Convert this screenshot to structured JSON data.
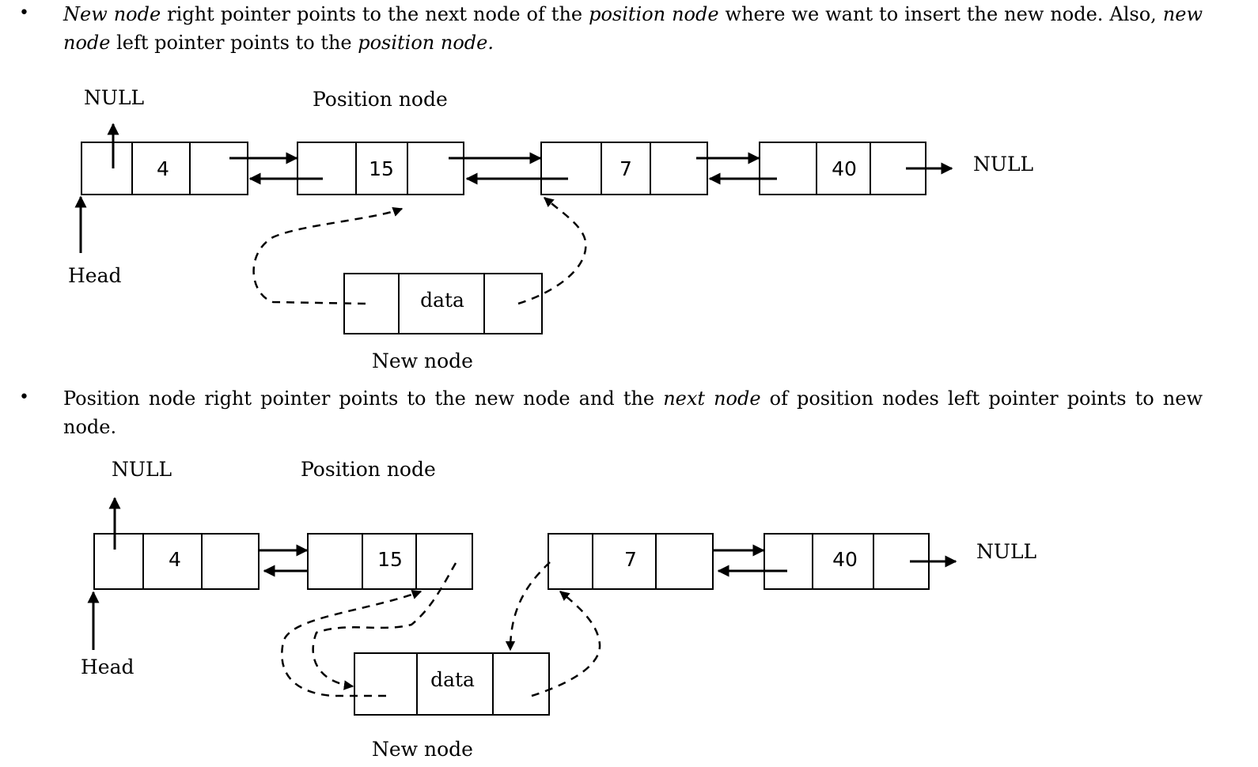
{
  "bullet_1": {
    "em1": "New node",
    "t1": " right pointer points to the next node of the ",
    "em2": "position node",
    "t2": " where we want to insert the new node. Also, ",
    "em3": "new node",
    "t3": " left pointer points to the ",
    "em4": "position node."
  },
  "bullet_2": {
    "t1": "Position node right pointer points to the new node and the ",
    "em1": "next node",
    "t2": " of position nodes left pointer points to new node."
  },
  "diagram_1": {
    "null_top": "NULL",
    "position_label": "Position node",
    "null_right": "NULL",
    "head_label": "Head",
    "new_node_label": "New node",
    "values": [
      "4",
      "15",
      "7",
      "40"
    ],
    "new_node_value": "data"
  },
  "diagram_2": {
    "null_top": "NULL",
    "position_label": "Position node",
    "null_right": "NULL",
    "head_label": "Head",
    "new_node_label": "New node",
    "values": [
      "4",
      "15",
      "7",
      "40"
    ],
    "new_node_value": "data"
  }
}
